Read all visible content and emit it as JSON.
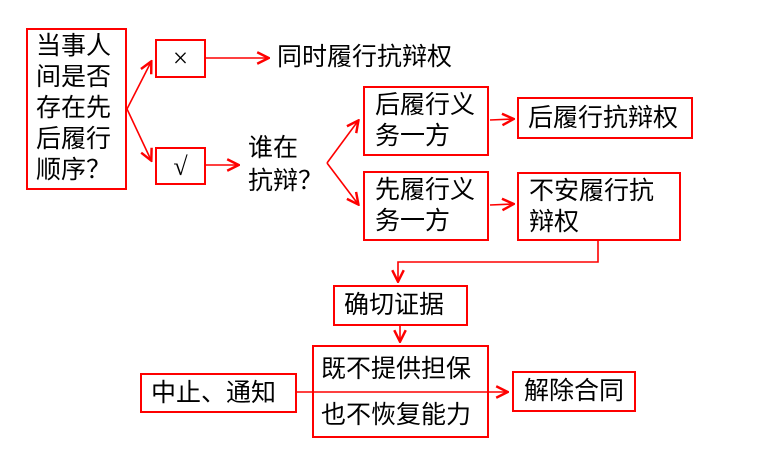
{
  "diagram": {
    "background_color": "#ffffff",
    "line_color": "#fe0000",
    "text_color": "#000000",
    "nodes": {
      "main_question": "当事人\n间是否\n存在先\n后履行\n顺序？",
      "no_mark": "×",
      "yes_mark": "√",
      "simultaneous_defense": "同时履行抗辩权",
      "who_is_defending": "谁在\n抗辩？",
      "later_performer": "后履行义\n务一方",
      "later_performance_defense": "后履行抗辩权",
      "first_performer": "先履行义\n务一方",
      "uneasy_defense": "不安履行抗\n辩权",
      "conclusive_evidence": "确切证据",
      "neither_guarantee_nor_recovery": "既不提供担保\n也不恢复能力",
      "suspend_and_notify": "中止、通知",
      "rescind_contract": "解除合同"
    }
  }
}
